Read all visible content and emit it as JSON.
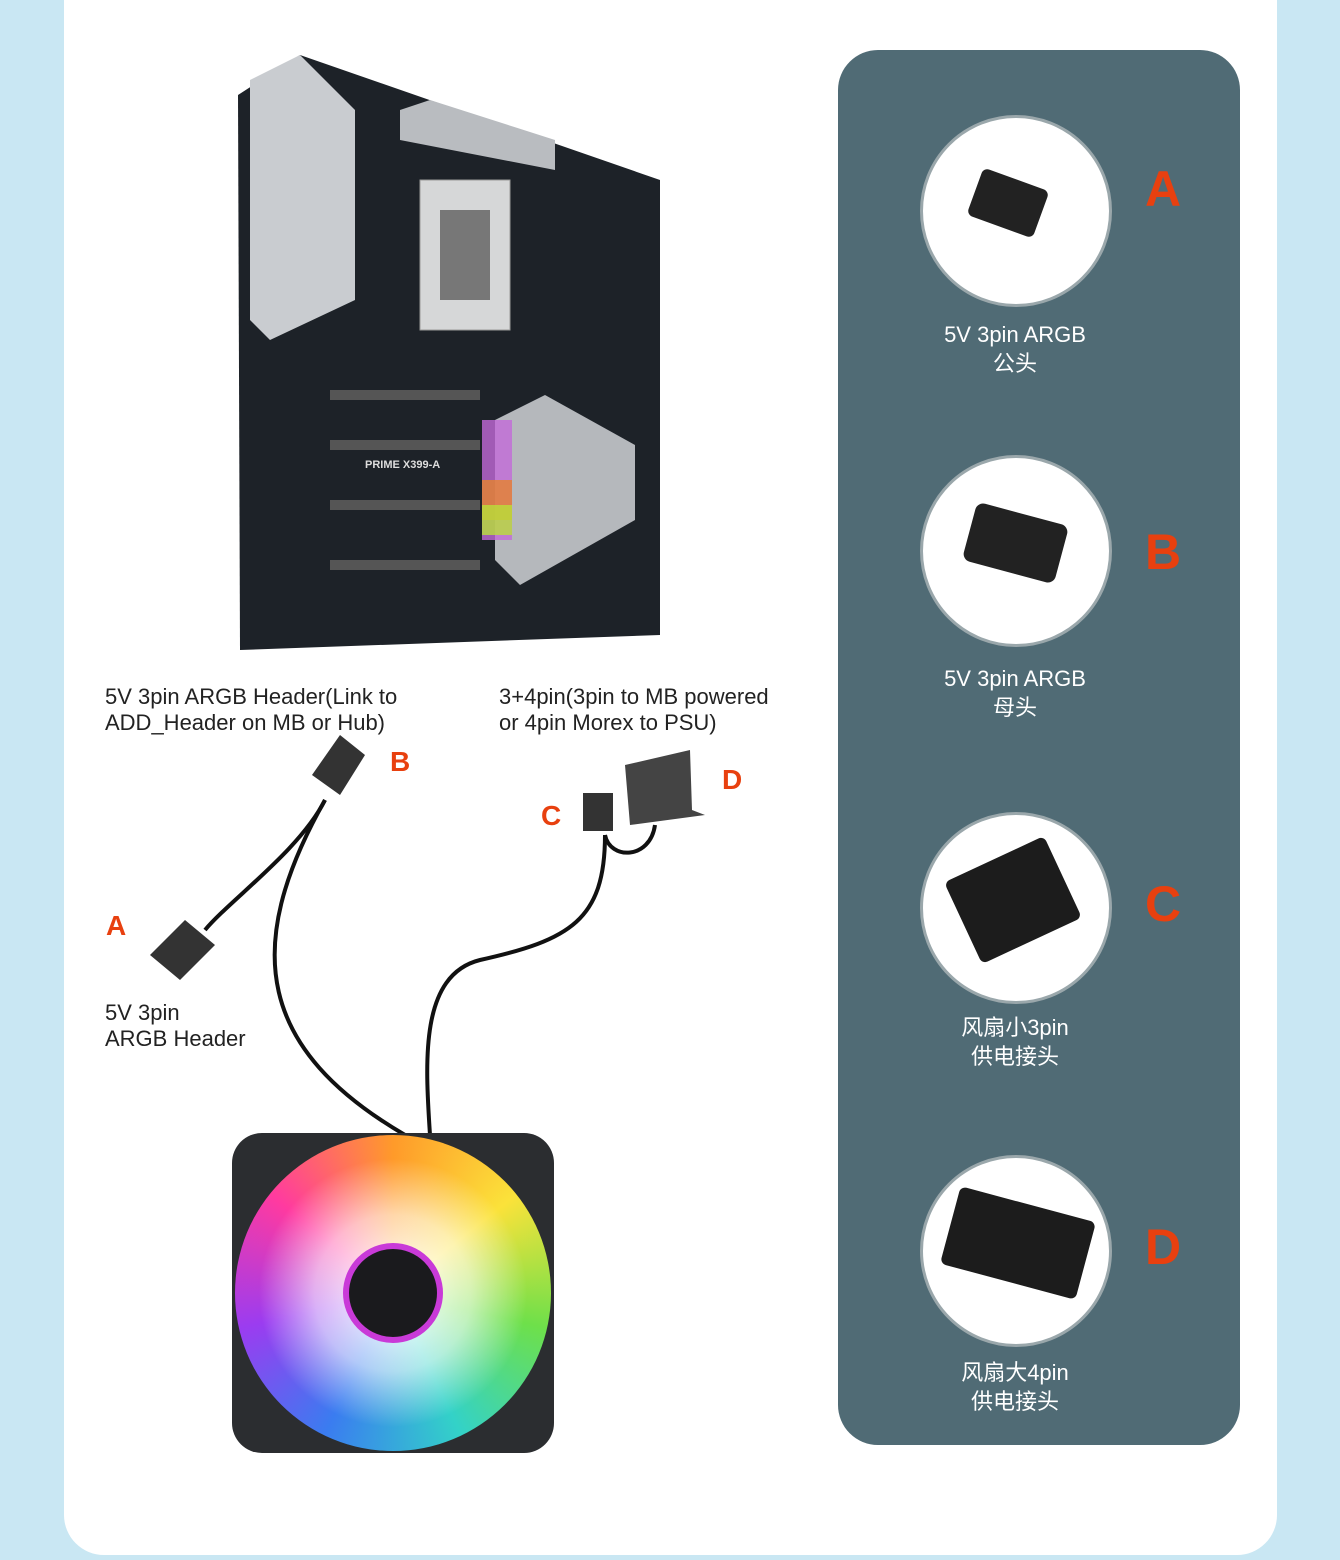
{
  "connectors": [
    {
      "letter": "A",
      "line1": "5V 3pin ARGB",
      "line2": "公头"
    },
    {
      "letter": "B",
      "line1": "5V 3pin ARGB",
      "line2": "母头"
    },
    {
      "letter": "C",
      "line1": "风扇小3pin",
      "line2": "供电接头"
    },
    {
      "letter": "D",
      "line1": "风扇大4pin",
      "line2": "供电接头"
    }
  ],
  "diagram": {
    "argb_label_1": "5V 3pin ARGB Header(Link to",
    "argb_label_2": "ADD_Header on MB or Hub)",
    "power_label_1": "3+4pin(3pin to MB powered",
    "power_label_2": "or 4pin Morex to PSU)",
    "header_label_1": "5V 3pin",
    "header_label_2": "ARGB Header",
    "A": "A",
    "B": "B",
    "C": "C",
    "D": "D",
    "board_text": "PRIME X399-A"
  },
  "colors": {
    "accent": "#e8400f",
    "panel": "#506b75",
    "background": "#c9e7f3"
  }
}
